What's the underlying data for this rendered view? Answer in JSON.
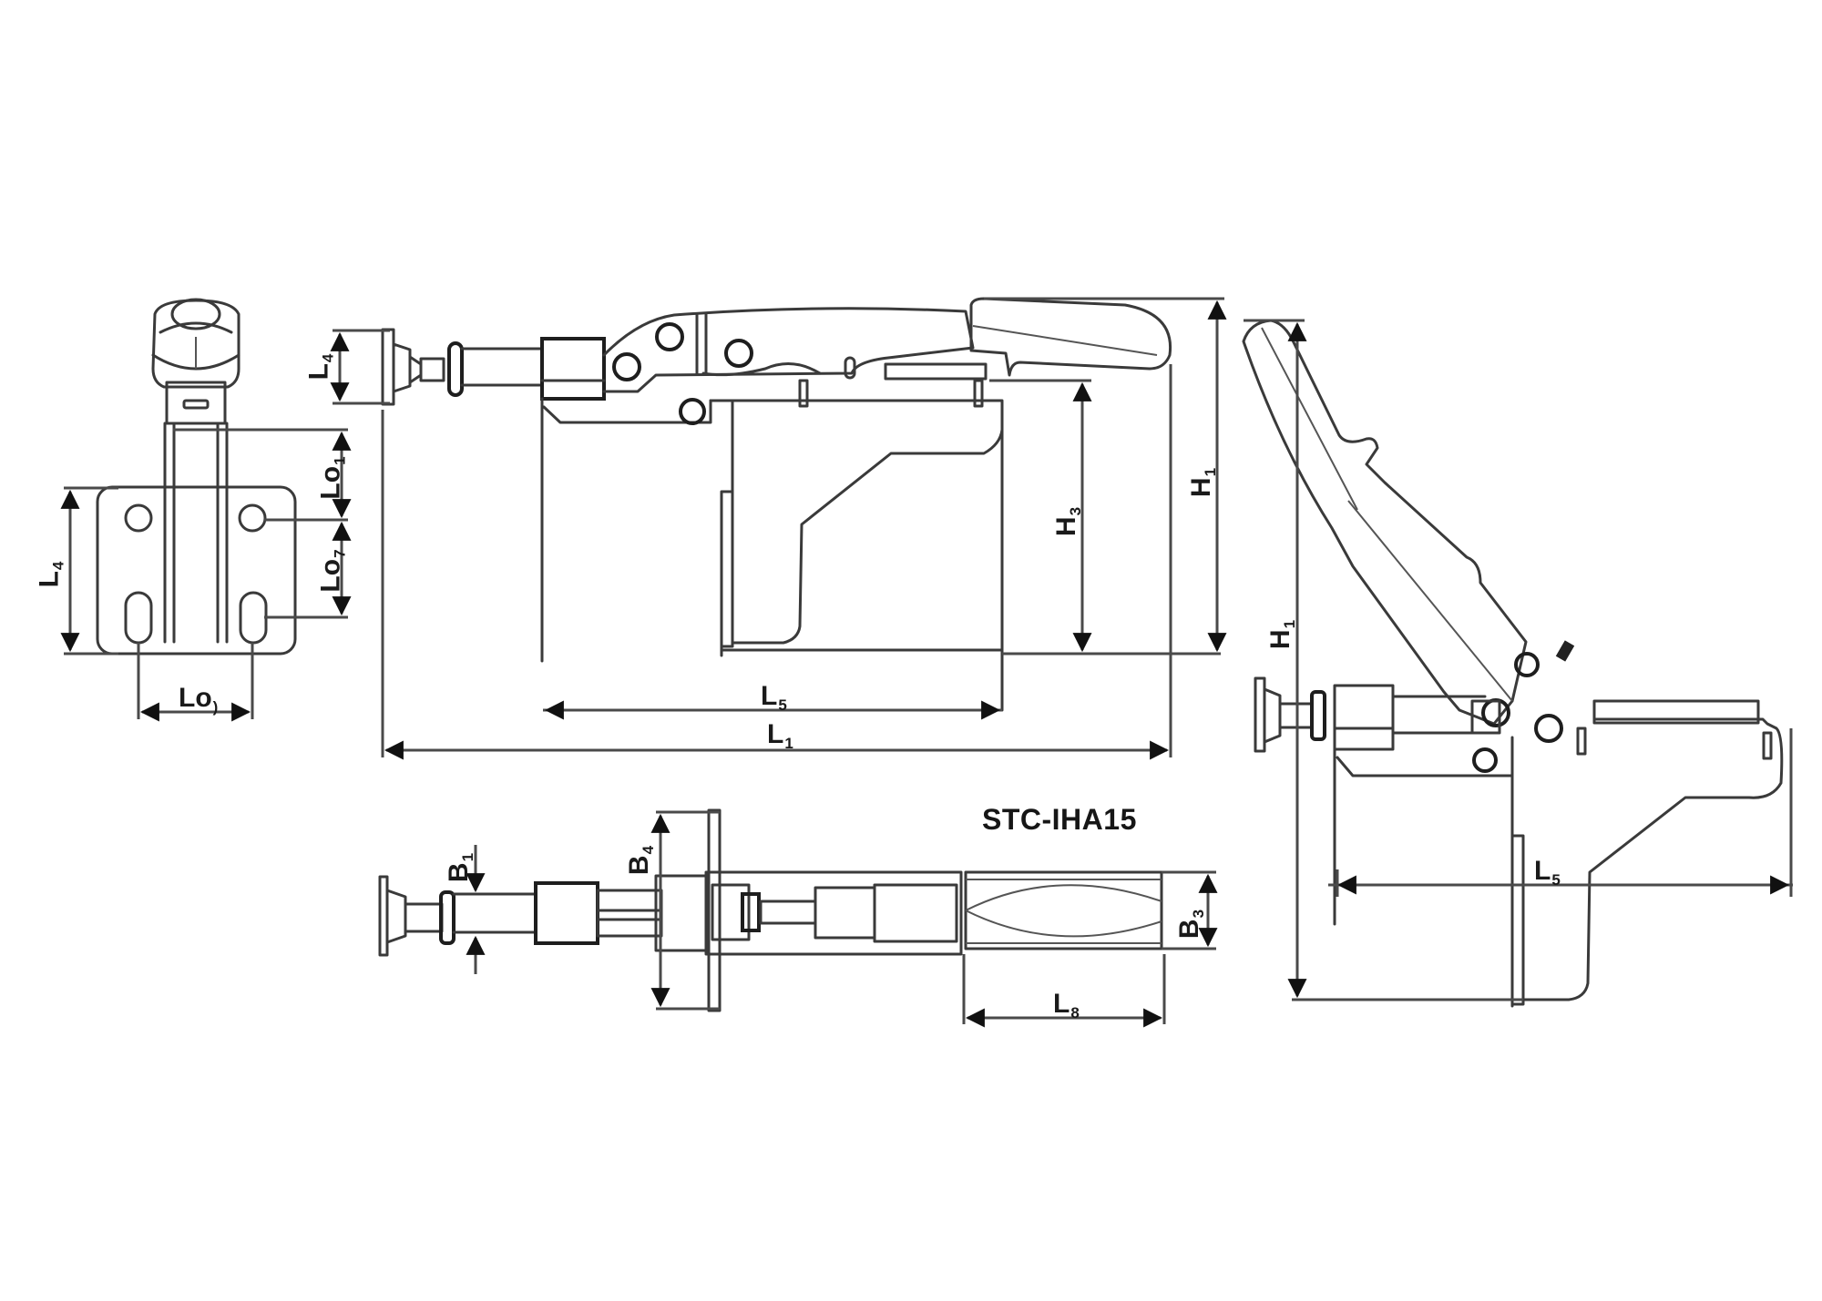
{
  "model": "STC-IHA15",
  "colors": {
    "line": "#3a3a3a",
    "dimension": "#4a4a4a",
    "text": "#1a1a1a",
    "background": "#ffffff"
  },
  "views": {
    "end_view": {
      "labels": {
        "L4_plate": {
          "main": "L",
          "sub": "4"
        },
        "Lo1_upper": {
          "main": "Lo",
          "sub": "1"
        },
        "Lo1_lower": {
          "main": "Lo",
          "sub": "7"
        },
        "Lo1_horizontal": {
          "main": "Lo",
          "sub": ")"
        }
      }
    },
    "side_view": {
      "labels": {
        "L4_spindle": {
          "main": "L",
          "sub": "4"
        },
        "H3": {
          "main": "H",
          "sub": "3"
        },
        "H1": {
          "main": "H",
          "sub": "1"
        },
        "L5": {
          "main": "L",
          "sub": "5"
        },
        "L1": {
          "main": "L",
          "sub": "1"
        }
      }
    },
    "top_view": {
      "labels": {
        "B1": {
          "main": "B",
          "sub": "1"
        },
        "B4": {
          "main": "B",
          "sub": "4"
        },
        "B3": {
          "main": "B",
          "sub": "3"
        },
        "L8": {
          "main": "L",
          "sub": "8"
        }
      }
    },
    "open_view": {
      "labels": {
        "H1": {
          "main": "H",
          "sub": "1"
        },
        "L5": {
          "main": "L",
          "sub": "5"
        }
      }
    }
  }
}
